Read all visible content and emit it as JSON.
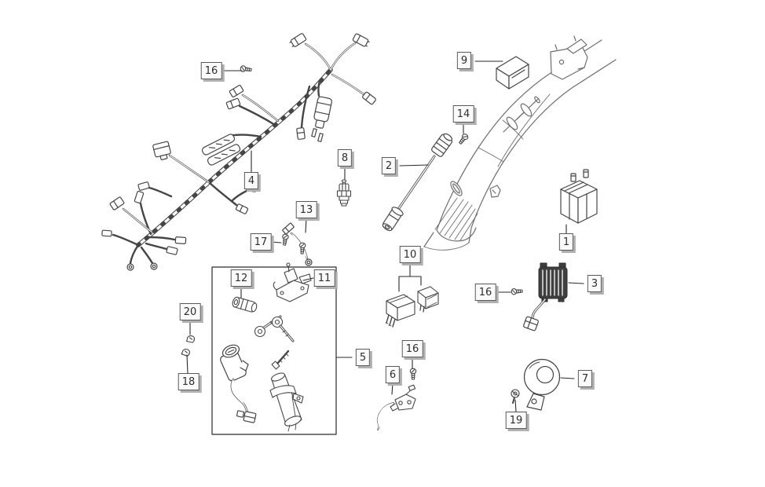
{
  "page": {
    "kind": "exploded-parts-diagram",
    "background": "#ffffff"
  },
  "colors": {
    "part_line": "#454545",
    "frame_line": "#6e6e6e",
    "leader_line": "#2a2a2a",
    "label_bg": "#fafafa",
    "label_border": "#5a5a5a",
    "label_shadow": "#b0b0b0",
    "label_text": "#2e2e2e",
    "regulator_fill": "#3f3f3f"
  },
  "callouts": [
    {
      "number": "16",
      "part": "screw-top"
    },
    {
      "number": "4",
      "part": "wiring-harness"
    },
    {
      "number": "8",
      "part": "spark-plug"
    },
    {
      "number": "9",
      "part": "rubber-pad"
    },
    {
      "number": "14",
      "part": "screw"
    },
    {
      "number": "2",
      "part": "spark-plug-cable"
    },
    {
      "number": "1",
      "part": "battery"
    },
    {
      "number": "13",
      "part": "ground-cable"
    },
    {
      "number": "17",
      "part": "screws"
    },
    {
      "number": "12",
      "part": "lock-cylinder"
    },
    {
      "number": "11",
      "part": "lock-latch"
    },
    {
      "number": "5",
      "part": "lock-kit"
    },
    {
      "number": "20",
      "part": "nut"
    },
    {
      "number": "18",
      "part": "nut"
    },
    {
      "number": "10",
      "part": "relays"
    },
    {
      "number": "16",
      "part": "screw-mid"
    },
    {
      "number": "3",
      "part": "voltage-regulator"
    },
    {
      "number": "16",
      "part": "screw-bottom"
    },
    {
      "number": "6",
      "part": "stop-switch"
    },
    {
      "number": "7",
      "part": "horn"
    },
    {
      "number": "19",
      "part": "screw-horn"
    }
  ]
}
